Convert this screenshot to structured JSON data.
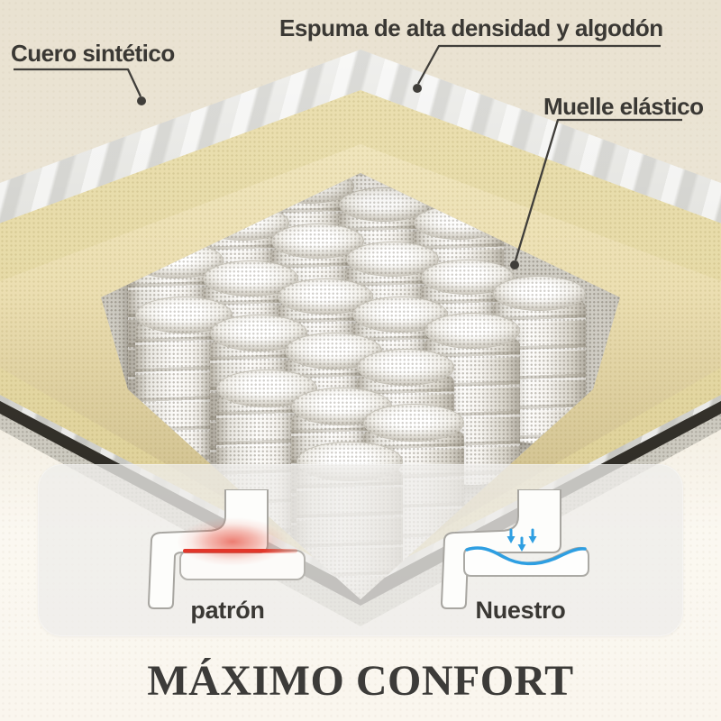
{
  "title": {
    "text": "MÁXIMO CONFORT"
  },
  "callouts": {
    "cuero": "Cuero sintético",
    "espuma": "Espuma de alta densidad y algodón",
    "muelle": "Muelle elástico"
  },
  "comparison": {
    "left_label": "patrón",
    "right_label": "Nuestro"
  },
  "colors": {
    "pressure_red": "#e2362a",
    "support_blue": "#2e9fe2",
    "pointer_line": "#403e3a",
    "text_dark": "#3a3834",
    "foam_beige": "#e6daa6",
    "quilted_silver": "#e3e3df",
    "panel_bg": "rgba(238,237,234,0.78)"
  },
  "springs": [
    [
      417,
      166,
      100
    ],
    [
      343,
      207,
      100
    ],
    [
      426,
      227,
      100
    ],
    [
      509,
      247,
      100
    ],
    [
      269,
      248,
      103
    ],
    [
      352,
      268,
      103
    ],
    [
      435,
      288,
      103
    ],
    [
      518,
      308,
      103
    ],
    [
      598,
      326,
      103
    ],
    [
      195,
      289,
      106
    ],
    [
      278,
      309,
      106
    ],
    [
      361,
      329,
      106
    ],
    [
      444,
      349,
      106
    ],
    [
      524,
      367,
      106
    ],
    [
      204,
      350,
      108
    ],
    [
      287,
      370,
      108
    ],
    [
      370,
      390,
      108
    ],
    [
      450,
      408,
      108
    ],
    [
      296,
      431,
      112
    ],
    [
      379,
      451,
      112
    ],
    [
      459,
      469,
      112
    ],
    [
      388,
      512,
      118
    ]
  ]
}
